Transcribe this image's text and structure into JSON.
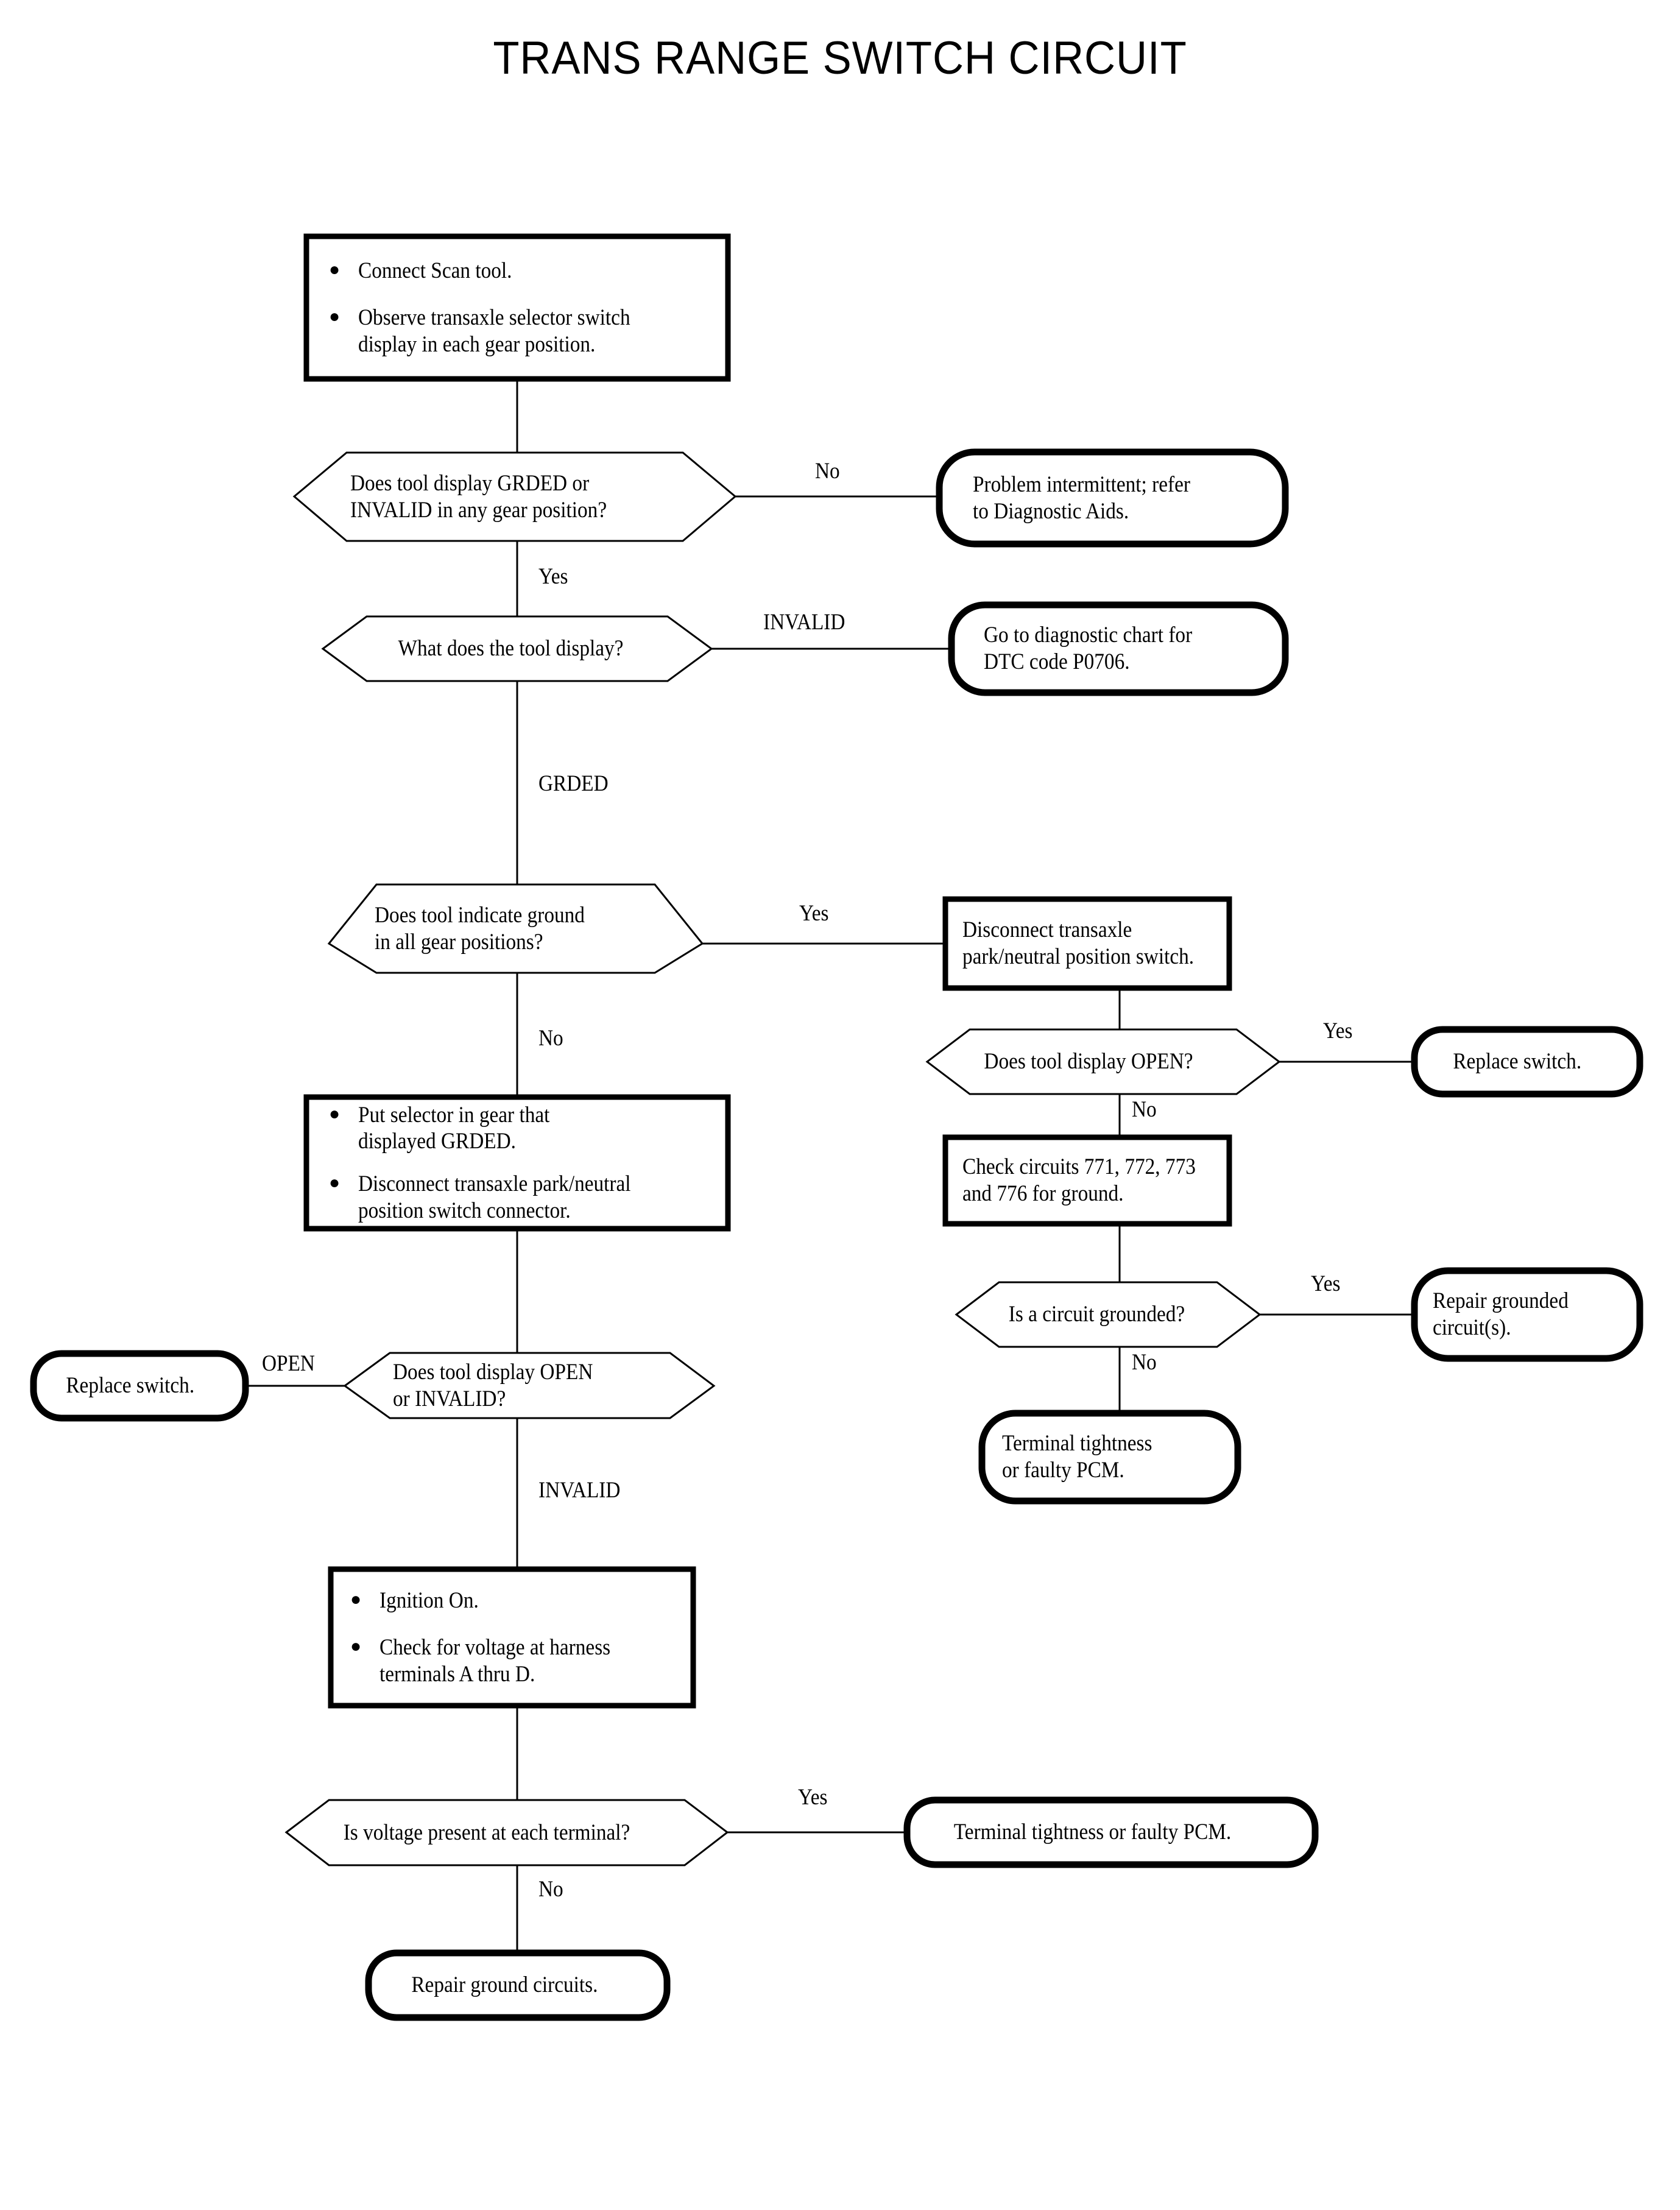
{
  "title": "TRANS RANGE SWITCH CIRCUIT",
  "colors": {
    "ink": "#000000",
    "paper": "#ffffff"
  },
  "nodes": {
    "start_box": {
      "type": "process",
      "bullets": [
        "Connect Scan tool.",
        "Observe transaxle selector switch display in each gear position."
      ]
    },
    "d1": {
      "type": "decision",
      "text_line1": "Does tool display GRDED or",
      "text_line2": "INVALID in any gear position?"
    },
    "t1": {
      "type": "terminal",
      "text_line1": "Problem intermittent; refer",
      "text_line2": "to Diagnostic Aids."
    },
    "d2": {
      "type": "decision",
      "text_line1": "What does the tool display?",
      "text_line2": ""
    },
    "t2": {
      "type": "terminal",
      "text_line1": "Go to diagnostic chart for",
      "text_line2": "DTC code P0706."
    },
    "d3": {
      "type": "decision",
      "text_line1": "Does tool indicate ground",
      "text_line2": "in all gear positions?"
    },
    "p_disconnect": {
      "type": "process",
      "text_line1": "Disconnect transaxle",
      "text_line2": "park/neutral position switch."
    },
    "d4": {
      "type": "decision",
      "text_line1": "Does tool display OPEN?",
      "text_line2": ""
    },
    "t3": {
      "type": "terminal",
      "text_line1": "Replace switch.",
      "text_line2": ""
    },
    "p_check": {
      "type": "process",
      "text_line1": "Check circuits 771, 772, 773",
      "text_line2": "and 776 for ground."
    },
    "d5": {
      "type": "decision",
      "text_line1": "Is a circuit grounded?",
      "text_line2": ""
    },
    "t4": {
      "type": "terminal",
      "text_line1": "Repair grounded",
      "text_line2": "circuit(s)."
    },
    "t5": {
      "type": "terminal",
      "text_line1": "Terminal tightness",
      "text_line2": "or faulty PCM."
    },
    "p_selector": {
      "type": "process",
      "bullets": [
        "Put selector in gear that displayed GRDED.",
        "Disconnect transaxle park/neutral position switch connector."
      ]
    },
    "d6": {
      "type": "decision",
      "text_line1": "Does tool display OPEN",
      "text_line2": "or INVALID?"
    },
    "t6": {
      "type": "terminal",
      "text_line1": "Replace switch.",
      "text_line2": ""
    },
    "p_ignition": {
      "type": "process",
      "bullets": [
        "Ignition On.",
        "Check for voltage at harness terminals A thru D."
      ]
    },
    "d7": {
      "type": "decision",
      "text_line1": "Is voltage present at each terminal?",
      "text_line2": ""
    },
    "t7": {
      "type": "terminal",
      "text_line1": "Terminal tightness or faulty PCM.",
      "text_line2": ""
    },
    "t8": {
      "type": "terminal",
      "text_line1": "Repair ground circuits.",
      "text_line2": ""
    }
  },
  "edge_labels": {
    "d1_no": "No",
    "d1_yes": "Yes",
    "d2_invalid": "INVALID",
    "d2_grded": "GRDED",
    "d3_yes": "Yes",
    "d3_no": "No",
    "d4_yes": "Yes",
    "d4_no": "No",
    "d5_yes": "Yes",
    "d5_no": "No",
    "d6_open": "OPEN",
    "d6_invalid": "INVALID",
    "d7_yes": "Yes",
    "d7_no": "No"
  }
}
